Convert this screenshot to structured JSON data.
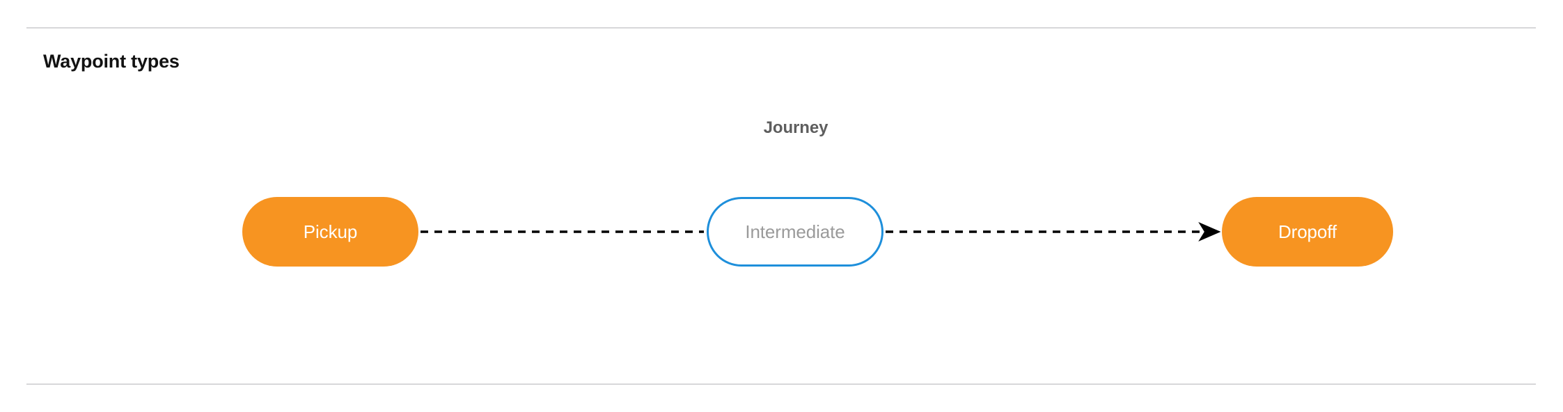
{
  "section": {
    "title": "Waypoint types"
  },
  "colors": {
    "divider": "#d7d7d9",
    "title_text": "#121212",
    "journey_label_text": "#5e5e5e",
    "terminal_node_fill": "#f79421",
    "terminal_node_text": "#ffffff",
    "intermediate_node_fill": "#ffffff",
    "intermediate_node_border": "#1e8fdb",
    "intermediate_node_text": "#9a9a9a",
    "edge_line": "#000000",
    "background": "#ffffff"
  },
  "diagram": {
    "group_label": "Journey",
    "nodes": [
      {
        "id": "pickup",
        "label": "Pickup",
        "style": "filled-orange"
      },
      {
        "id": "intermediate",
        "label": "Intermediate",
        "style": "outlined-blue"
      },
      {
        "id": "dropoff",
        "label": "Dropoff",
        "style": "filled-orange"
      }
    ],
    "edges": [
      {
        "from": "pickup",
        "to": "intermediate",
        "style": "dashed",
        "arrowhead": false
      },
      {
        "from": "intermediate",
        "to": "dropoff",
        "style": "dashed",
        "arrowhead": true
      }
    ]
  }
}
